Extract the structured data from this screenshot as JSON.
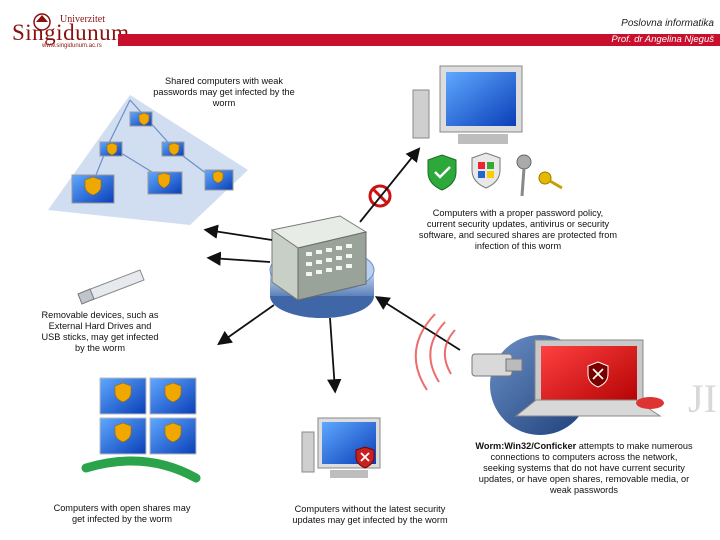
{
  "header": {
    "logo_small": "Univerzitet",
    "logo_name": "Singidunum",
    "logo_url": "www.singidunum.ac.rs",
    "course_title": "Poslovna informatika",
    "professor": "Prof. dr Angelina Njeguš"
  },
  "captions": {
    "shared_computers": "Shared computers with weak passwords may get infected by the worm",
    "protected_computers": "Computers with a proper password policy, current security updates, antivirus or security software, and secured shares are protected from infection of this worm",
    "removable_devices": "Removable devices, such as External Hard Drives and USB sticks, may get infected by the worm",
    "open_shares": "Computers with open shares may get infected by the worm",
    "no_updates": "Computers without the latest security updates may get infected by the worm",
    "worm_name": "Worm:Win32/Conficker",
    "worm_description": "attempts to make numerous connections to computers across the network, seeking systems that do not have current security updates, or have open shares, removable media, or weak passwords"
  },
  "colors": {
    "brand_red": "#c8102e",
    "logo_red": "#8a1010",
    "arrow": "#111111"
  }
}
